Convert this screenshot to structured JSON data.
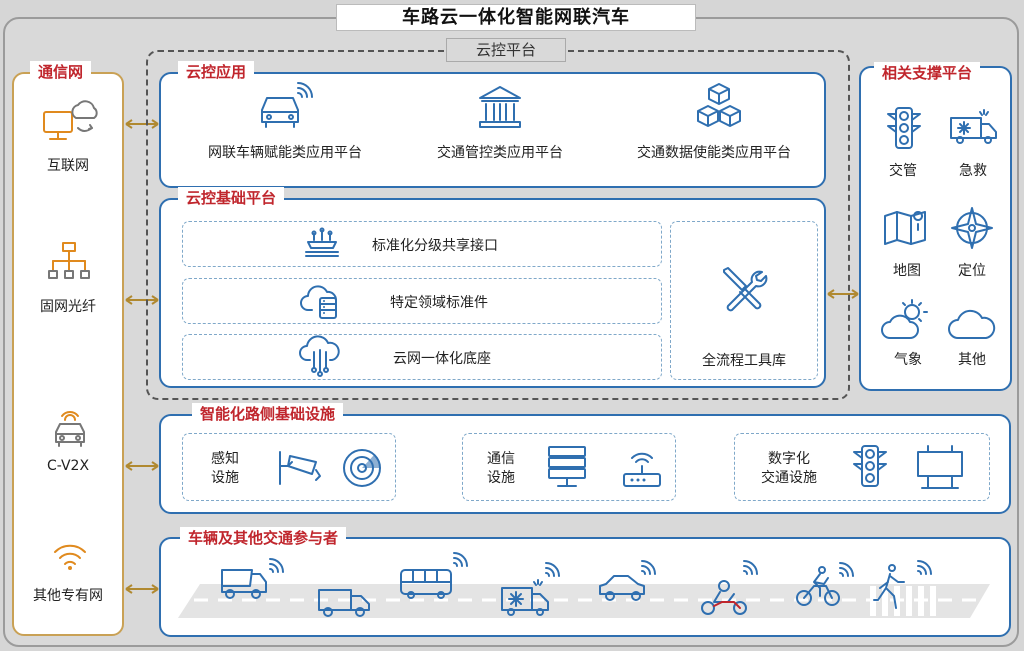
{
  "title": "车路云一体化智能网联汽车",
  "cloud_platform_label": "云控平台",
  "communication": {
    "title": "通信网",
    "items": [
      {
        "label": "互联网",
        "icon": "internet-icon"
      },
      {
        "label": "固网光纤",
        "icon": "network-tree-icon"
      },
      {
        "label": "C-V2X",
        "icon": "connected-car-icon"
      },
      {
        "label": "其他专有网",
        "icon": "wifi-icon"
      }
    ]
  },
  "cloud_apps": {
    "title": "云控应用",
    "items": [
      {
        "label": "网联车辆赋能类应用平台",
        "icon": "connected-car-icon"
      },
      {
        "label": "交通管控类应用平台",
        "icon": "government-building-icon"
      },
      {
        "label": "交通数据使能类应用平台",
        "icon": "data-cubes-icon"
      }
    ]
  },
  "cloud_base": {
    "title": "云控基础平台",
    "items": [
      {
        "label": "标准化分级共享接口",
        "icon": "shared-interface-icon"
      },
      {
        "label": "特定领域标准件",
        "icon": "cloud-server-icon"
      },
      {
        "label": "云网一体化底座",
        "icon": "cloud-network-icon"
      }
    ],
    "tools": {
      "label": "全流程工具库",
      "icon": "tools-icon"
    }
  },
  "support": {
    "title": "相关支撑平台",
    "items": [
      {
        "label": "交管",
        "icon": "traffic-light-icon"
      },
      {
        "label": "急救",
        "icon": "ambulance-icon"
      },
      {
        "label": "地图",
        "icon": "map-icon"
      },
      {
        "label": "定位",
        "icon": "compass-icon"
      },
      {
        "label": "气象",
        "icon": "weather-icon"
      },
      {
        "label": "其他",
        "icon": "cloud-icon"
      }
    ]
  },
  "roadside": {
    "title": "智能化路侧基础设施",
    "groups": [
      {
        "label": "感知\n设施",
        "icons": [
          "camera-icon",
          "radar-icon"
        ]
      },
      {
        "label": "通信\n设施",
        "icons": [
          "server-icon",
          "router-icon"
        ]
      },
      {
        "label": "数字化\n交通设施",
        "icons": [
          "traffic-light-icon",
          "billboard-icon"
        ]
      }
    ]
  },
  "participants": {
    "title": "车辆及其他交通参与者",
    "icons": [
      "dump-truck-icon",
      "delivery-truck-icon",
      "bus-icon",
      "ambulance-icon",
      "car-icon",
      "motorcycle-icon",
      "bicycle-icon",
      "pedestrian-icon"
    ]
  },
  "colors": {
    "accent_blue": "#2f6fb0",
    "title_red": "#c0262d",
    "comm_gold": "#c9a155"
  }
}
